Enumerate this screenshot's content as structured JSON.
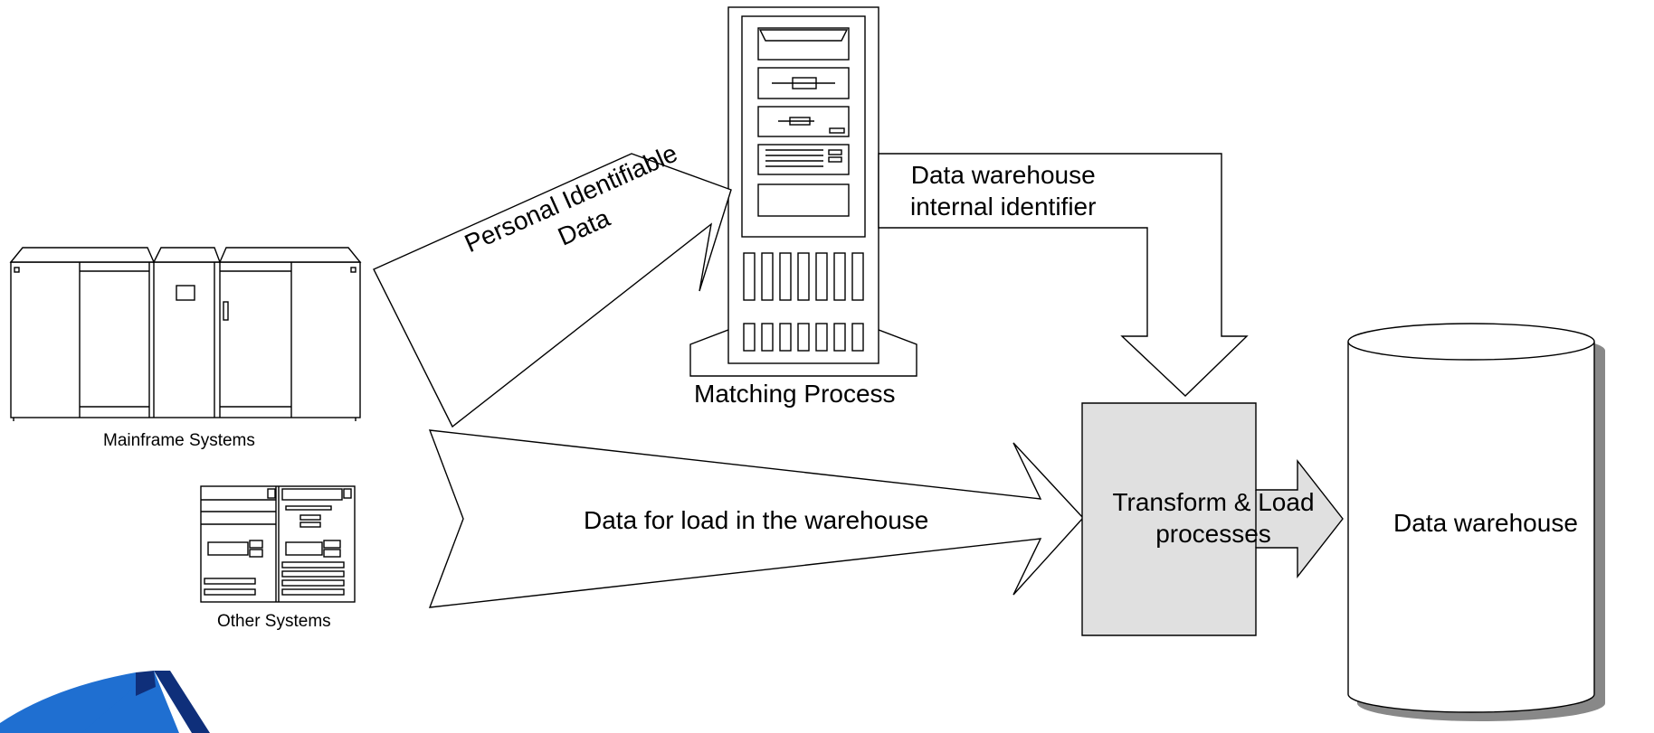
{
  "labels": {
    "mainframe_systems": "Mainframe Systems",
    "other_systems": "Other Systems",
    "matching_process": "Matching Process",
    "personal_identifiable_line1": "Personal Identifiable",
    "personal_identifiable_line2": "Data",
    "dw_internal_id_line1": "Data warehouse",
    "dw_internal_id_line2": "internal identifier",
    "data_for_load": "Data for load in the warehouse",
    "transform_load_line1": "Transform & Load",
    "transform_load_line2": "processes",
    "data_warehouse": "Data warehouse"
  },
  "colors": {
    "stroke": "#000000",
    "process_box_fill": "#e0e0e0",
    "shadow": "#888888",
    "logo_blue": "#1f6fd1",
    "logo_dark": "#0f2f7a"
  }
}
